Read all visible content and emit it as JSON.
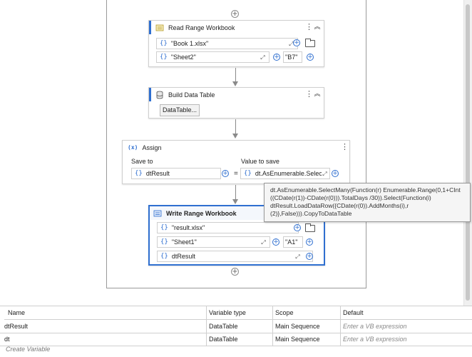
{
  "activities": {
    "read_range": {
      "title": "Read Range Workbook",
      "workbook_path": "\"Book 1.xlsx\"",
      "sheet_name": "\"Sheet2\"",
      "range": "\"B7\""
    },
    "build_table": {
      "title": "Build Data Table",
      "button_label": "DataTable..."
    },
    "assign": {
      "title": "Assign",
      "icon_text": "(x)",
      "save_to_label": "Save to",
      "value_label": "Value to save",
      "save_to_value": "dtResult",
      "equals": "=",
      "value_expr": "dt.AsEnumerable.Selec"
    },
    "write_range": {
      "title": "Write Range Workbook",
      "workbook_path": "\"result.xlsx\"",
      "sheet_name": "\"Sheet1\"",
      "start_cell": "\"A1\"",
      "data_table": "dtResult"
    }
  },
  "tooltip": {
    "text": "dt.AsEnumerable.SelectMany(Function(r) Enumerable.Range(0,1+CInt\n((CDate(r(1))-CDate(r(0))).TotalDays /30)).Select(Function(i)\ndtResult.LoadDataRow({CDate(r(0)).AddMonths(i),r\n(2)},False))).CopyToDataTable"
  },
  "variables": {
    "headers": [
      "Name",
      "Variable type",
      "Scope",
      "Default"
    ],
    "rows": [
      {
        "name": "dtResult",
        "type": "DataTable",
        "scope": "Main Sequence",
        "default": "Enter a VB expression"
      },
      {
        "name": "dt",
        "type": "DataTable",
        "scope": "Main Sequence",
        "default": "Enter a VB expression"
      }
    ],
    "create_label": "Create Variable"
  },
  "icons": {
    "plus": "+",
    "kebab": "⋮",
    "collapse": "︽",
    "expand": "⤢",
    "curly": "{}"
  },
  "colors": {
    "accent": "#2f6fd0",
    "border": "#cfcfcf"
  }
}
